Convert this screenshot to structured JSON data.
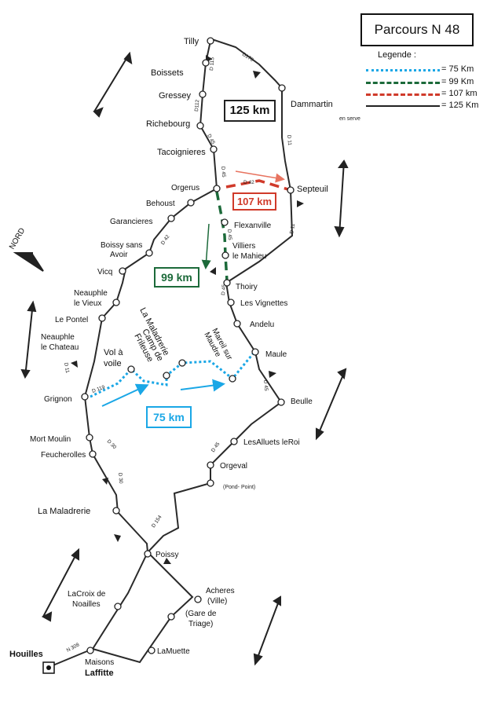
{
  "title": "Parcours N 48",
  "legend": {
    "title": "Legende :",
    "items": [
      {
        "text": "= 75 Km",
        "color": "#1aa7e6",
        "style": "dotted"
      },
      {
        "text": "= 99 Km",
        "color": "#1c6a3a",
        "style": "dashed"
      },
      {
        "text": "= 107 km",
        "color": "#d03a2a",
        "style": "dashed"
      },
      {
        "text": "= 125 Km",
        "color": "#222222",
        "style": "solid"
      }
    ]
  },
  "routes": {
    "r125": {
      "label": "125 km",
      "color": "#222222"
    },
    "r99": {
      "label": "99 km",
      "color": "#1c6a3a"
    },
    "r107": {
      "label": "107 km",
      "color": "#d03a2a"
    },
    "r75": {
      "label": "75 km",
      "color": "#1aa7e6"
    }
  },
  "compass": "NORD",
  "towns": {
    "tilly": "Tilly",
    "boissets": "Boissets",
    "gressey": "Gressey",
    "richebourg": "Richebourg",
    "tacoignieres": "Tacoignieres",
    "dammartin": "Dammartin",
    "dammartin_suffix": "en serve",
    "septeuil": "Septeuil",
    "orgerus": "Orgerus",
    "behoust": "Behoust",
    "garancieres": "Garancieres",
    "flexanville": "Flexanville",
    "boissy_1": "Boissy sans",
    "boissy_2": "Avoir",
    "villiers_1": "Villiers",
    "villiers_2": "le Mahieu",
    "vicq": "Vicq",
    "thoiry": "Thoiry",
    "neauphle_vieux_1": "Neauphle",
    "neauphle_vieux_2": "le Vieux",
    "les_vignettes": "Les Vignettes",
    "le_pontel": "Le Pontel",
    "andelu": "Andelu",
    "la_maladrerie_diag": "La Maladrerie",
    "camp_1": "Camp de",
    "camp_2": "Frileuse",
    "mareil_1": "Mareil sur",
    "mareil_2": "Maudre",
    "neauphle_chateau_1": "Neauphle",
    "neauphle_chateau_2": "le Chateau",
    "vol_1": "Vol à",
    "vol_2": "voile",
    "maule": "Maule",
    "grignon": "Grignon",
    "beulle": "Beulle",
    "mort_moulin": "Mort Moulin",
    "feucherolles": "Feucherolles",
    "les_alluets": "LesAlluets leRoi",
    "orgeval": "Orgeval",
    "pond_point": "(Pond- Point)",
    "la_maladrerie": "La Maladrerie",
    "poissy": "Poissy",
    "acheres_1": "Acheres",
    "acheres_2": "(Ville)",
    "gare_1": "(Gare de",
    "gare_2": "Triage)",
    "lacroix_1": "LaCroix de",
    "lacroix_2": "Noailles",
    "lamuette": "LaMuette",
    "houilles": "Houilles",
    "maisons_1": "Maisons",
    "maisons_2": "Laffitte"
  },
  "roads": {
    "d115": "D 115",
    "d170": "D170",
    "d112": "D112",
    "d45_a": "D 45",
    "d45_b": "D 45",
    "d42": "D 42",
    "d11_a": "D 11",
    "d11_b": "D 11",
    "d42_b": "D 42",
    "d45_c": "D 45",
    "d45_d": "D 45",
    "d45_e": "D 45",
    "d11_c": "D 11",
    "d119": "D 119",
    "d30_a": "D 30",
    "d30_b": "D 30",
    "d45_f": "D 45",
    "d154": "D 154",
    "n308": "N 308"
  }
}
